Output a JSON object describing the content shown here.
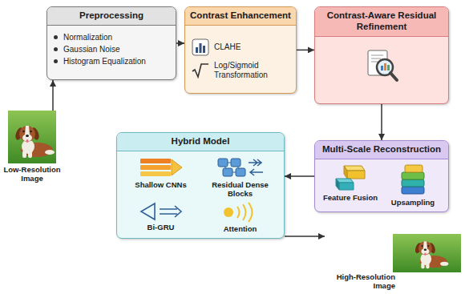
{
  "diagram": {
    "nodes": [
      {
        "text": [
          "Preprocessing",
          "Normalization",
          "Gaussian Noise",
          "Histogram Equalization"
        ]
      },
      {
        "text": [
          "Contrast Enhancement",
          "CLAHE",
          "Log/Sigmoid Transformation"
        ]
      },
      {
        "text": [
          "Contrast-Aware Residual Refinement"
        ]
      },
      {
        "text": [
          "Low-Resolution Image"
        ]
      },
      {
        "text": [
          "Hybrid Model",
          "Shallow CNNs",
          "Residual Dense Blocks",
          "Bi-GRU",
          "Attention"
        ]
      },
      {
        "text": [
          "Multi-Scale Reconstruction",
          "Feature Fusion",
          "Upsampling"
        ]
      },
      {
        "text": [
          "High-Resolution Image"
        ]
      }
    ],
    "edges": [
      {
        "from": 3,
        "to": 0,
        "arrow": "to"
      },
      {
        "from": 0,
        "to": 1,
        "arrow": "to"
      },
      {
        "from": 1,
        "to": 2,
        "arrow": "to"
      },
      {
        "from": 2,
        "to": 5,
        "arrow": "to"
      },
      {
        "from": 5,
        "to": 4,
        "arrow": "to"
      },
      {
        "from": 4,
        "to": 6,
        "arrow": "to"
      }
    ]
  }
}
